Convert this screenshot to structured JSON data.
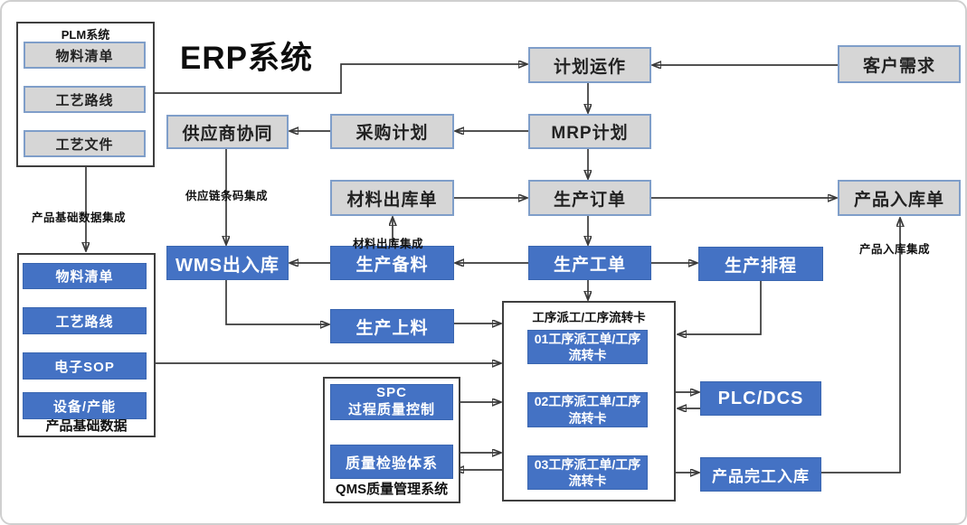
{
  "title": "ERP系统",
  "colors": {
    "box_blue": "#4472C4",
    "box_gray_fill": "#D6D6D6",
    "box_gray_border": "#7F9EC9",
    "line": "#3A3A3A"
  },
  "containers": {
    "plm": {
      "title": "PLM系统"
    },
    "base_data": {
      "footer": "产品基础数据"
    },
    "dispatch": {
      "title": "工序派工/工序流转卡"
    },
    "qms": {
      "footer": "QMS质量管理系统"
    }
  },
  "boxes": {
    "plm_bom": {
      "label": "物料清单"
    },
    "plm_route": {
      "label": "工艺路线"
    },
    "plm_doc": {
      "label": "工艺文件"
    },
    "plan_run": {
      "label": "计划运作"
    },
    "customer_demand": {
      "label": "客户需求"
    },
    "supplier_collab": {
      "label": "供应商协同"
    },
    "purchase_plan": {
      "label": "采购计划"
    },
    "mrp_plan": {
      "label": "MRP计划"
    },
    "material_issue_note": {
      "label": "材料出库单"
    },
    "production_order": {
      "label": "生产订单"
    },
    "product_receipt_note": {
      "label": "产品入库单"
    },
    "wms": {
      "label": "WMS出入库"
    },
    "production_prep": {
      "label": "生产备料"
    },
    "production_work_order": {
      "label": "生产工单"
    },
    "production_scheduling": {
      "label": "生产排程"
    },
    "production_loading": {
      "label": "生产上料"
    },
    "base_bom": {
      "label": "物料清单"
    },
    "base_route": {
      "label": "工艺路线"
    },
    "base_esop": {
      "label": "电子SOP"
    },
    "base_equipment": {
      "label": "设备/产能"
    },
    "dispatch_01": {
      "label": "01工序派工单/工序流转卡"
    },
    "dispatch_02": {
      "label": "02工序派工单/工序流转卡"
    },
    "dispatch_03": {
      "label": "03工序派工单/工序流转卡"
    },
    "spc": {
      "line1": "SPC",
      "line2": "过程质量控制"
    },
    "quality_inspection": {
      "label": "质量检验体系"
    },
    "plc_dcs": {
      "label": "PLC/DCS"
    },
    "product_completion": {
      "label": "产品完工入库"
    }
  },
  "labels": {
    "product_base_data_integration": "产品基础数据集成",
    "supply_chain_barcode_integration": "供应链条码集成",
    "material_issue_integration": "材料出库集成",
    "product_receipt_integration": "产品入库集成"
  }
}
